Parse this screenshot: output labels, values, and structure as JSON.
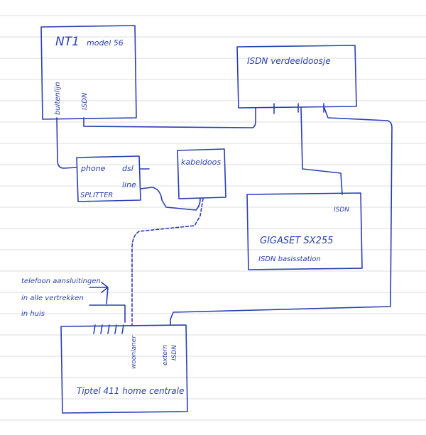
{
  "colors": {
    "ink": "#2b3fb0",
    "paper": "#ffffff",
    "ruled_line": "#dcdcdc"
  },
  "nt1": {
    "title": "NT1",
    "model": "model 56",
    "port_buitenlijn": "buitenlijn",
    "port_isdn": "ISDN"
  },
  "isdn_box": {
    "title": "ISDN verdeeldoosje"
  },
  "splitter": {
    "title": "SPLITTER",
    "port_phone": "phone",
    "port_dsl": "dsl",
    "port_line": "line"
  },
  "kabeldoos": {
    "title": "kabeldoos"
  },
  "gigaset": {
    "title": "GIGASET SX255",
    "subtitle": "ISDN basisstation",
    "port_isdn": "ISDN"
  },
  "centrale": {
    "title": "Tiptel 411 home centrale",
    "port_woonlaner": "woonlaner",
    "port_extern": "extern",
    "port_isdn": "ISDN"
  },
  "note": {
    "line1": "telefoon aansluitingen",
    "line2": "in alle vertrekken",
    "line3": "in huis"
  }
}
